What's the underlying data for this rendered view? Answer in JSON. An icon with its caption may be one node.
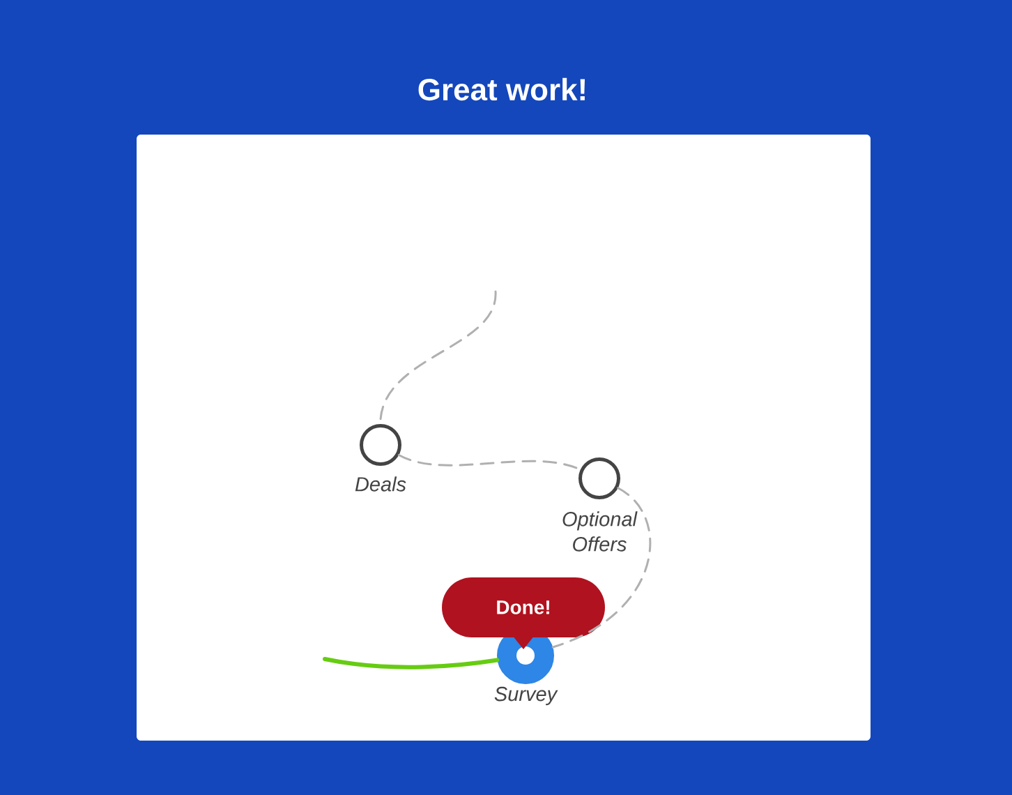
{
  "diagram": {
    "title": "Great work!",
    "nodes": [
      {
        "text": [
          "Deals"
        ]
      },
      {
        "text": [
          "Optional Offers"
        ]
      },
      {
        "text": [
          "Survey"
        ]
      },
      {
        "text": [
          "Done!"
        ]
      }
    ],
    "edges": [
      {
        "from": null,
        "to": 0,
        "arrow": "none",
        "style": "dashed"
      },
      {
        "from": 0,
        "to": 1,
        "arrow": "none",
        "style": "dashed"
      },
      {
        "from": 1,
        "to": 2,
        "arrow": "none",
        "style": "dashed"
      },
      {
        "from": null,
        "to": 2,
        "arrow": "none",
        "style": "thick",
        "color": "#66cc11"
      }
    ]
  }
}
